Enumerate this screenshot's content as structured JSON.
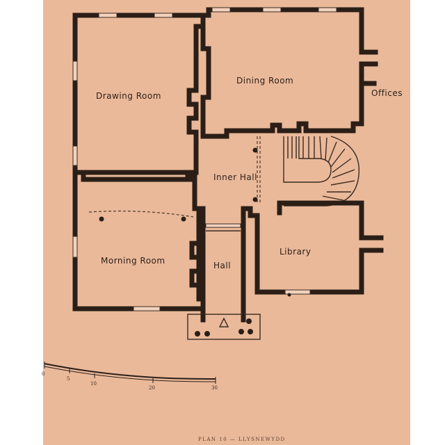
{
  "rooms": {
    "drawing": "Drawing Room",
    "dining": "Dining Room",
    "offices": "Offices",
    "inner_hall": "Inner Hall",
    "morning": "Morning Room",
    "hall": "Hall",
    "library": "Library"
  },
  "scale": {
    "ticks": [
      "0",
      "5",
      "10",
      "20",
      "30"
    ]
  },
  "caption": "PLAN 10 — LLYSNEWYDD",
  "colors": {
    "paper": "#eab99a",
    "ink": "#2b1e17"
  }
}
